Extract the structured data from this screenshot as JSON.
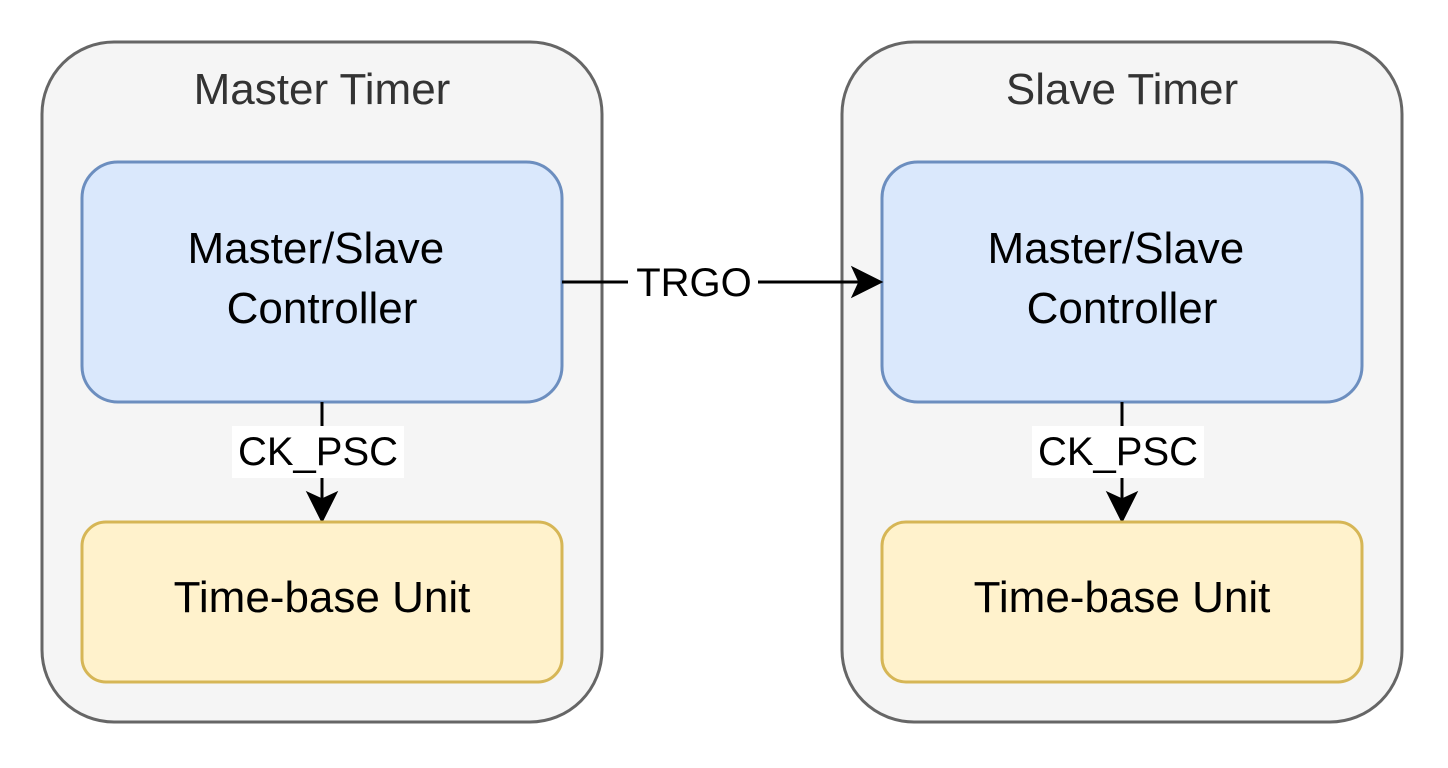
{
  "master": {
    "title": "Master Timer",
    "controller": [
      "Master/Slave",
      "Controller"
    ],
    "clock_label": "CK_PSC",
    "timebase": "Time-base Unit"
  },
  "slave": {
    "title": "Slave Timer",
    "controller": [
      "Master/Slave",
      "Controller"
    ],
    "clock_label": "CK_PSC",
    "timebase": "Time-base Unit"
  },
  "link": {
    "label": "TRGO"
  },
  "colors": {
    "container_fill": "#f5f5f5",
    "container_stroke": "#666666",
    "controller_fill": "#dae8fc",
    "controller_stroke": "#6c8ebf",
    "timebase_fill": "#fff2cc",
    "timebase_stroke": "#d6b656"
  }
}
